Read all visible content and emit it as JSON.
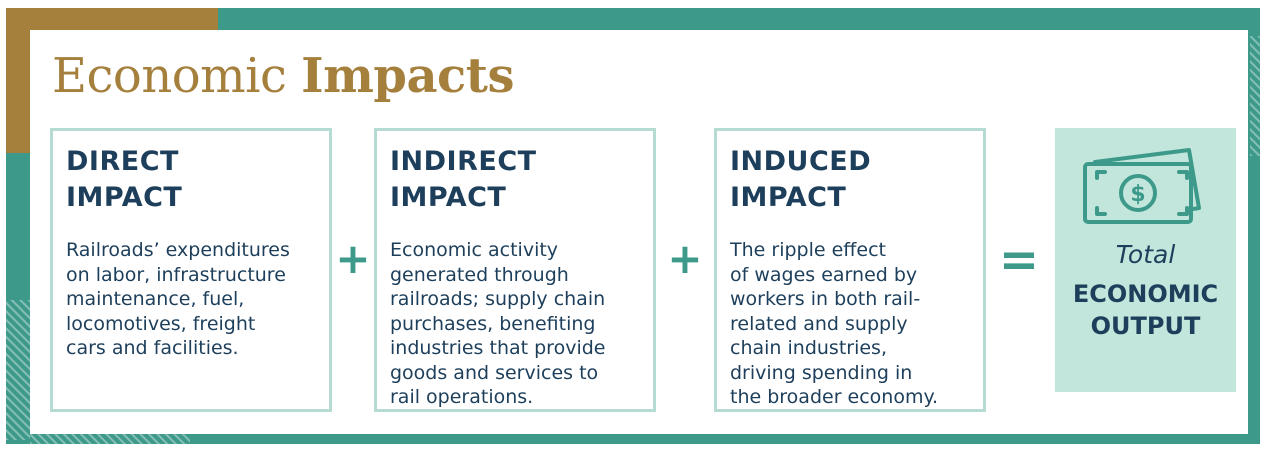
{
  "title": {
    "light": "Economic ",
    "strong": "Impacts"
  },
  "boxes": [
    {
      "heading": "DIRECT\nIMPACT",
      "description": "Railroads’ expenditures\non labor, infrastructure\nmaintenance, fuel,\nlocomotives, freight\ncars and facilities."
    },
    {
      "heading": "INDIRECT\nIMPACT",
      "description": "Economic activity\ngenerated through\nrailroads; supply chain\npurchases, benefiting\nindustries that provide\ngoods and services to\nrail operations."
    },
    {
      "heading": "INDUCED\nIMPACT",
      "description": "The ripple effect\nof wages earned by\nworkers in both rail-\nrelated and supply\nchain industries,\ndriving spending in\nthe broader economy."
    }
  ],
  "operators": {
    "plus_1": "+",
    "plus_2": "+",
    "equals": "="
  },
  "total": {
    "italic": "Total",
    "bold": "ECONOMIC\nOUTPUT",
    "icon": "money-bill-dollar-icon"
  },
  "colors": {
    "teal": "#3d9a8b",
    "gold": "#a57f3c",
    "navy": "#1d3f5b",
    "mint": "#c3e6dc",
    "box_border": "#b6dbd2"
  }
}
